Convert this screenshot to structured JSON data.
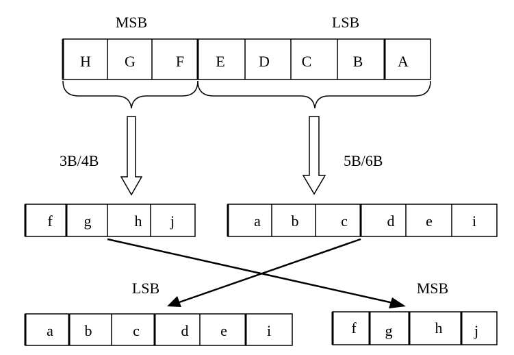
{
  "labels": {
    "top_msb": "MSB",
    "top_lsb": "LSB",
    "enc_left": "3B/4B",
    "enc_right": "5B/6B",
    "bottom_lsb": "LSB",
    "bottom_msb": "MSB"
  },
  "input_bits": [
    "H",
    "G",
    "F",
    "E",
    "D",
    "C",
    "B",
    "A"
  ],
  "encoded_4b": [
    "f",
    "g",
    "h",
    "j"
  ],
  "encoded_6b": [
    "a",
    "b",
    "c",
    "d",
    "e",
    "i"
  ],
  "output_lsb": [
    "a",
    "b",
    "c",
    "d",
    "e",
    "i"
  ],
  "output_msb": [
    "f",
    "g",
    "h",
    "j"
  ]
}
